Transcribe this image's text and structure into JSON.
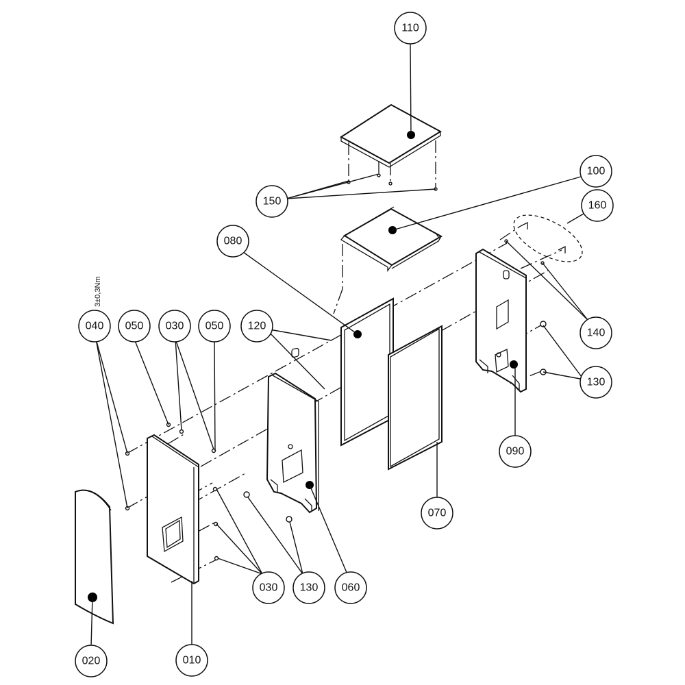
{
  "drawing": {
    "torque_note": "3±0,3Nm",
    "callouts": [
      {
        "id": "c110",
        "label": "110"
      },
      {
        "id": "c100",
        "label": "100"
      },
      {
        "id": "c160",
        "label": "160"
      },
      {
        "id": "c150",
        "label": "150"
      },
      {
        "id": "c080",
        "label": "080"
      },
      {
        "id": "c140",
        "label": "140"
      },
      {
        "id": "c040",
        "label": "040"
      },
      {
        "id": "c050a",
        "label": "050"
      },
      {
        "id": "c030a",
        "label": "030"
      },
      {
        "id": "c050b",
        "label": "050"
      },
      {
        "id": "c120",
        "label": "120"
      },
      {
        "id": "c130a",
        "label": "130"
      },
      {
        "id": "c090",
        "label": "090"
      },
      {
        "id": "c070",
        "label": "070"
      },
      {
        "id": "c030b",
        "label": "030"
      },
      {
        "id": "c130b",
        "label": "130"
      },
      {
        "id": "c060",
        "label": "060"
      },
      {
        "id": "c020",
        "label": "020"
      },
      {
        "id": "c010",
        "label": "010"
      }
    ]
  }
}
